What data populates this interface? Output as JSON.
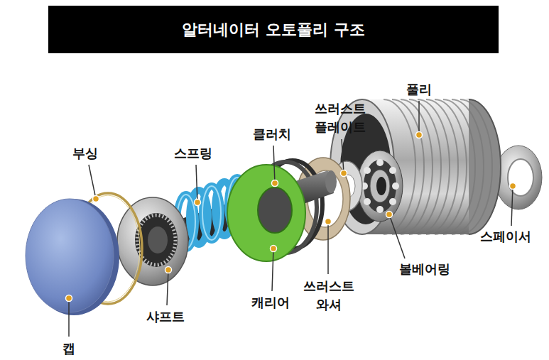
{
  "diagram": {
    "title": "알터네이터 오토풀리 구조",
    "labels": [
      "부싱",
      "스프링",
      "클러치",
      "쓰러스트 플레이트",
      "풀리",
      "스페이서",
      "볼베어링",
      "쓰러스트 와셔",
      "캐리어",
      "샤프트",
      "캡"
    ]
  }
}
